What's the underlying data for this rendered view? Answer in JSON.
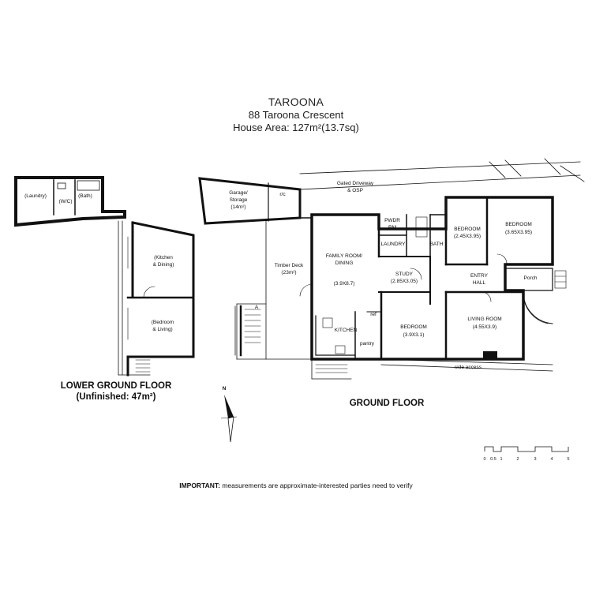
{
  "header": {
    "title": "TAROONA",
    "address": "88 Taroona Crescent",
    "house_area": "House Area: 127m²(13.7sq)"
  },
  "lower_floor": {
    "title": "LOWER GROUND FLOOR",
    "subtitle": "(Unfinished: 47m²)",
    "rooms": {
      "laundry": "(Laundry)",
      "bath": "(Bath)",
      "wc": "(W/C)",
      "kitchen_1": "(Kitchen",
      "kitchen_2": "& Dining)",
      "bedroom_1": "(Bedroom",
      "bedroom_2": "& Living)"
    }
  },
  "ground_floor": {
    "title": "GROUND FLOOR",
    "rooms": {
      "garage_1": "Garage/",
      "garage_2": "Storage",
      "garage_3": "(14m²)",
      "rc": "r/c",
      "driveway_1": "Gated Driveway",
      "driveway_2": "& OSP",
      "timber_1": "Timber Deck",
      "timber_2": "(23m²)",
      "family_1": "FAMILY ROOM/",
      "family_2": "DINING",
      "family_dim": "(3.9X8.7)",
      "kitchen": "KITCHEN",
      "ref": "ref",
      "pantry": "pantry",
      "pwdr_1": "PWDR",
      "pwdr_2": "RM",
      "laundry": "LAUNDRY",
      "bath": "BATH",
      "study": "STUDY",
      "study_dim": "(2.85X3.05)",
      "bed_a": "BEDROOM",
      "bed_a_dim": "(2.45X3.95)",
      "bed_b": "BEDROOM",
      "bed_b_dim": "(3.65X3.95)",
      "entry_1": "ENTRY",
      "entry_2": "HALL",
      "porch": "Porch",
      "bed_c": "BEDROOM",
      "bed_c_dim": "(3.9X3.1)",
      "living": "LIVING ROOM",
      "living_dim": "(4.55X3.9)",
      "side_access": "side access",
      "stair_mark": "A"
    }
  },
  "compass": {
    "north": "N"
  },
  "scale_bar": {
    "ticks": [
      "0",
      "0.5",
      "1",
      "2",
      "3",
      "4",
      "5"
    ]
  },
  "note": {
    "bold": "IMPORTANT:",
    "text": " measurements are approximate-interested parties need to verify"
  }
}
